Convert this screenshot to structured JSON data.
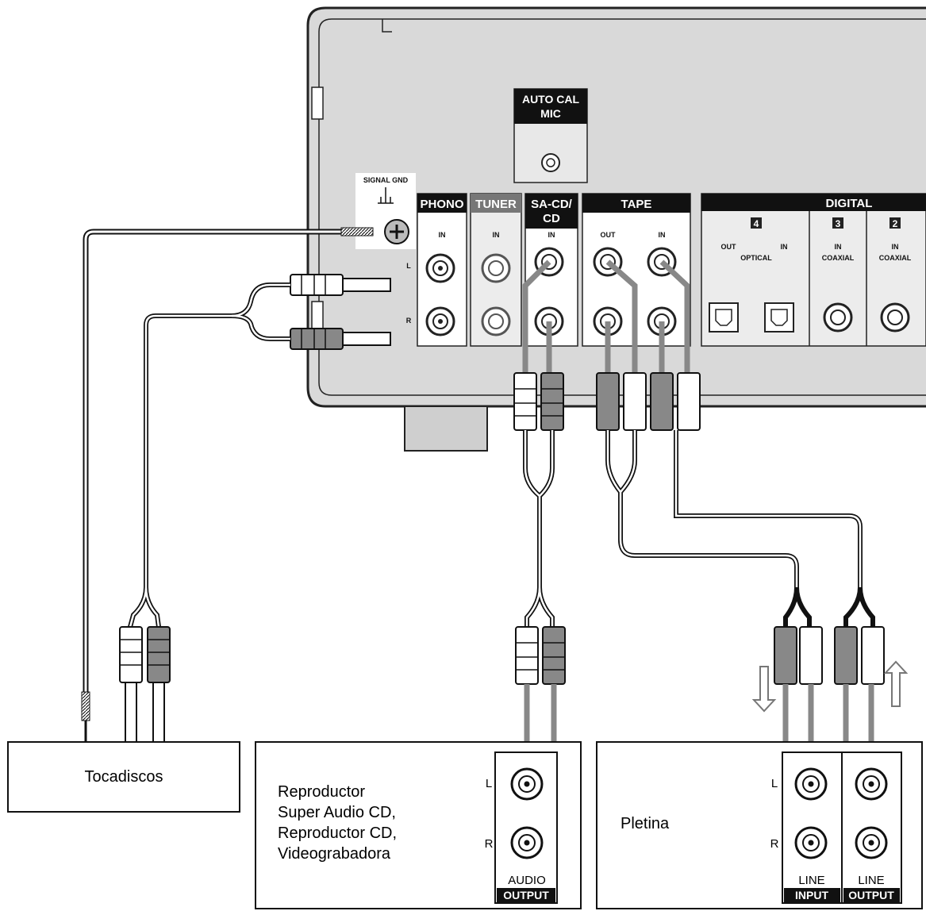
{
  "receiver": {
    "auto_cal": [
      "AUTO CAL",
      "MIC"
    ],
    "signal_gnd": "SIGNAL GND",
    "phono": "PHONO",
    "tuner": "TUNER",
    "sacd": [
      "SA-CD/",
      "CD"
    ],
    "tape": "TAPE",
    "digital": "DIGITAL",
    "in": "IN",
    "out": "OUT",
    "l": "L",
    "r": "R",
    "optical": "OPTICAL",
    "coaxial": "COAXIAL",
    "num4": "4",
    "num3": "3",
    "num2": "2"
  },
  "devices": {
    "turntable": "Tocadiscos",
    "player": [
      "Reproductor",
      "Super Audio CD,",
      "Reproductor CD,",
      "Videograbadora"
    ],
    "deck": "Pletina",
    "l": "L",
    "r": "R",
    "audio": "AUDIO",
    "output": "OUTPUT",
    "line": "LINE",
    "input": "INPUT"
  }
}
